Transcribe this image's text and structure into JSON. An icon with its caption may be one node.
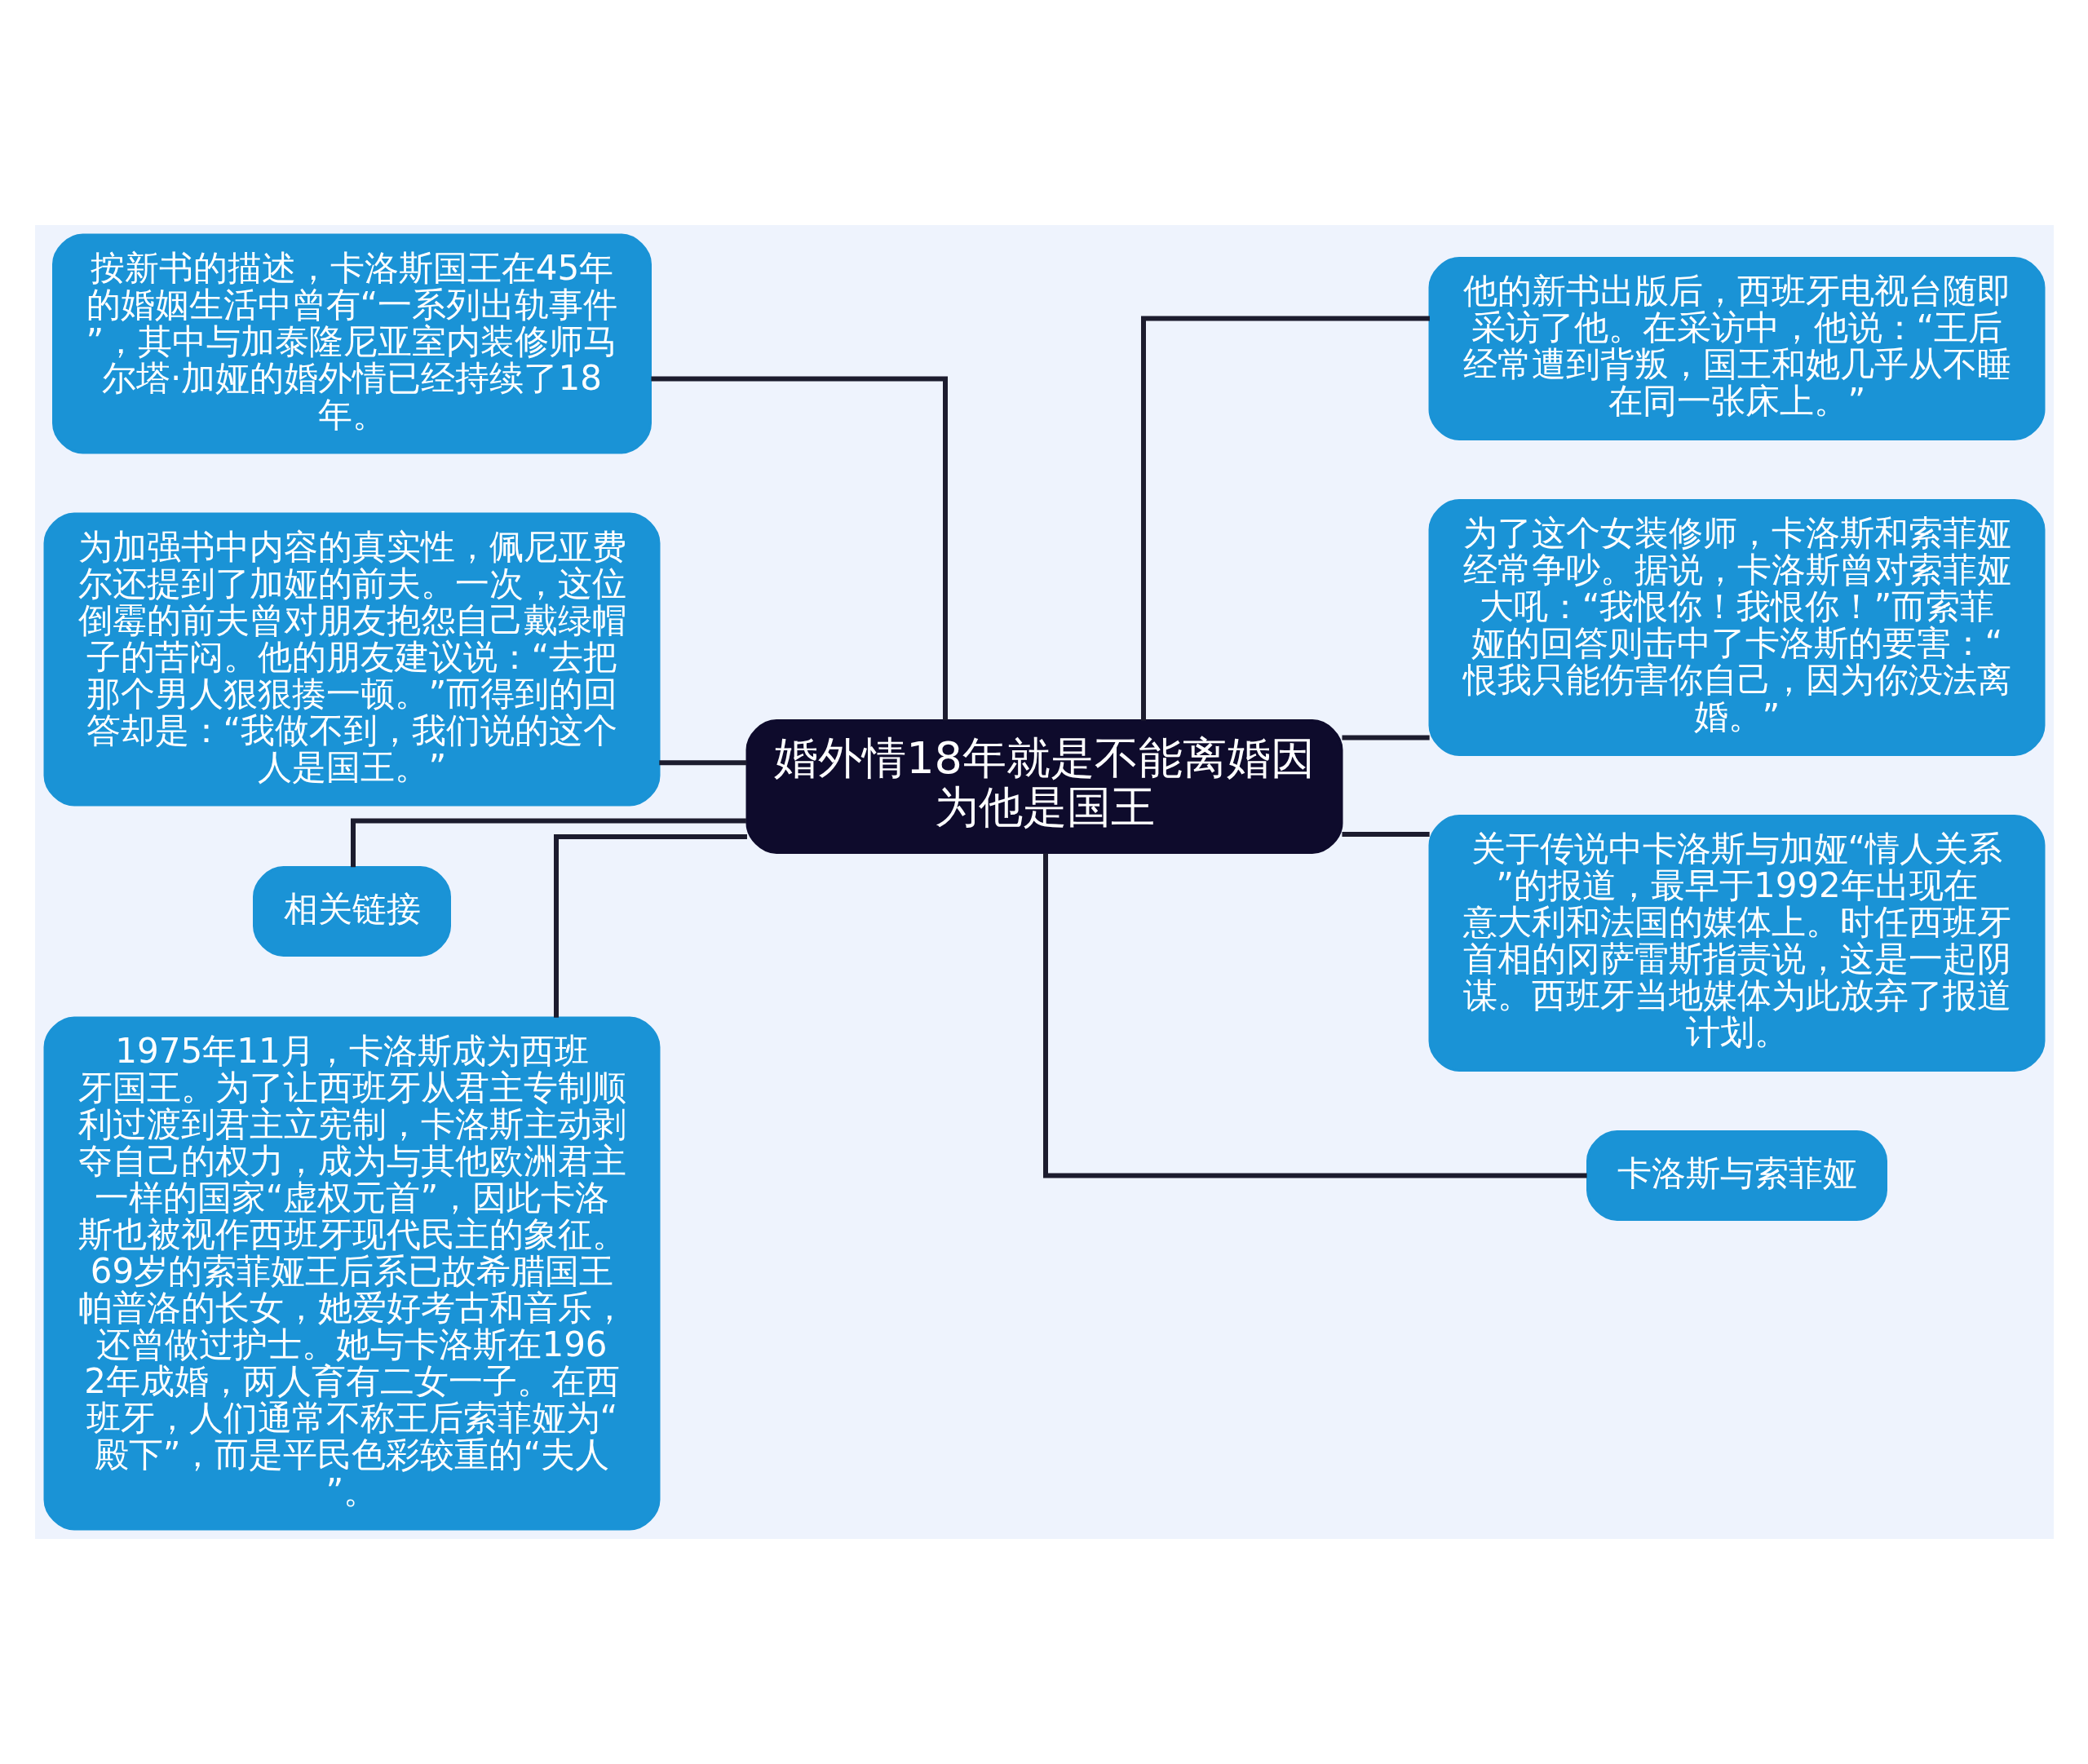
{
  "diagram": {
    "nodes": [
      {
        "text": [
          "婚外情18年就是不能离婚因为他是国王"
        ]
      },
      {
        "text": [
          "按新书的描述，卡洛斯国王在45年的婚姻生活中曾有“一系列出轨事件”，其中与加泰隆尼亚室内装修师马尔塔·加娅的婚外情已经持续了18年。"
        ]
      },
      {
        "text": [
          "为加强书中内容的真实性，佩尼亚费尔还提到了加娅的前夫。一次，这位倒霉的前夫曾对朋友抱怨自己戴绿帽子的苦闷。他的朋友建议说：“去把那个男人狠狠揍一顿。”而得到的回答却是：“我做不到，我们说的这个人是国王。”"
        ]
      },
      {
        "text": [
          "相关链接"
        ]
      },
      {
        "text": [
          "1975年11月，卡洛斯成为西班牙国王。为了让西班牙从君主专制顺利过渡到君主立宪制，卡洛斯主动剥夺自己的权力，成为与其他欧洲君主一样的国家“虚权元首”，因此卡洛斯也被视作西班牙现代民主的象征。69岁的索菲娅王后系已故希腊国王帕普洛的长女，她爱好考古和音乐，还曾做过护士。她与卡洛斯在1962年成婚，两人育有二女一子。在西班牙，人们通常不称王后索菲娅为“殿下”，而是平民色彩较重的“夫人”。"
        ]
      },
      {
        "text": [
          "他的新书出版后，西班牙电视台随即采访了他。在采访中，他说：“王后经常遭到背叛，国王和她几乎从不睡在同一张床上。”"
        ]
      },
      {
        "text": [
          "为了这个女装修师，卡洛斯和索菲娅经常争吵。据说，卡洛斯曾对索菲娅大吼：“我恨你！我恨你！”而索菲娅的回答则击中了卡洛斯的要害：“恨我只能伤害你自己，因为你没法离婚。”"
        ]
      },
      {
        "text": [
          "关于传说中卡洛斯与加娅“情人关系”的报道，最早于1992年出现在意大利和法国的媒体上。时任西班牙首相的冈萨雷斯指责说，这是一起阴谋。西班牙当地媒体为此放弃了报道计划。"
        ]
      },
      {
        "text": [
          "卡洛斯与索菲娅"
        ]
      }
    ],
    "edges": [
      {
        "from": 0,
        "to": 1,
        "arrow": "none"
      },
      {
        "from": 0,
        "to": 2,
        "arrow": "none"
      },
      {
        "from": 0,
        "to": 3,
        "arrow": "none"
      },
      {
        "from": 0,
        "to": 4,
        "arrow": "none"
      },
      {
        "from": 0,
        "to": 5,
        "arrow": "none"
      },
      {
        "from": 0,
        "to": 6,
        "arrow": "none"
      },
      {
        "from": 0,
        "to": 7,
        "arrow": "none"
      },
      {
        "from": 0,
        "to": 8,
        "arrow": "none"
      }
    ]
  }
}
